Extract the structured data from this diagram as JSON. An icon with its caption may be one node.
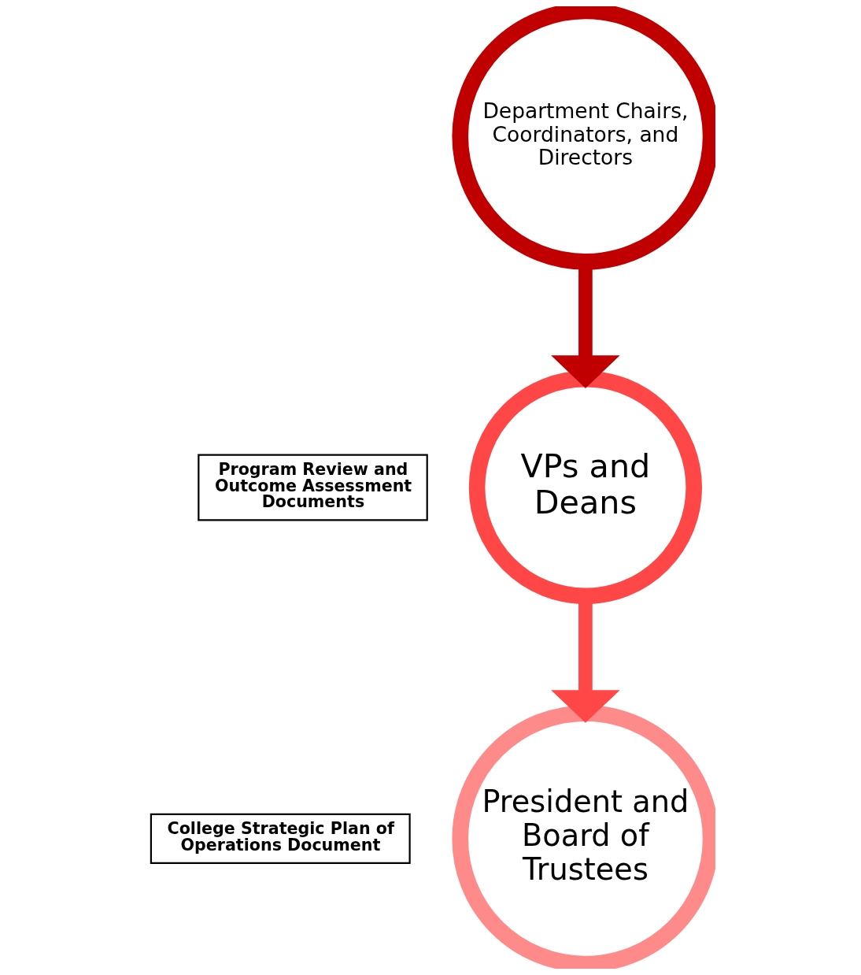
{
  "diagram": {
    "nodes": [
      {
        "text": [
          "Department Chairs, Coordinators, and Directors"
        ]
      },
      {
        "text": [
          "Program Review and Outcome Assessment Documents"
        ]
      },
      {
        "text": [
          "VPs and Deans"
        ]
      },
      {
        "text": [
          "College Strategic Plan of Operations Document"
        ]
      },
      {
        "text": [
          "President and Board of Trustees"
        ]
      }
    ],
    "edges": [
      {
        "from": 0,
        "to": 2,
        "arrow": "to",
        "color": "#c00000"
      },
      {
        "from": 2,
        "to": 4,
        "arrow": "to",
        "color": "#ff4747"
      }
    ]
  }
}
